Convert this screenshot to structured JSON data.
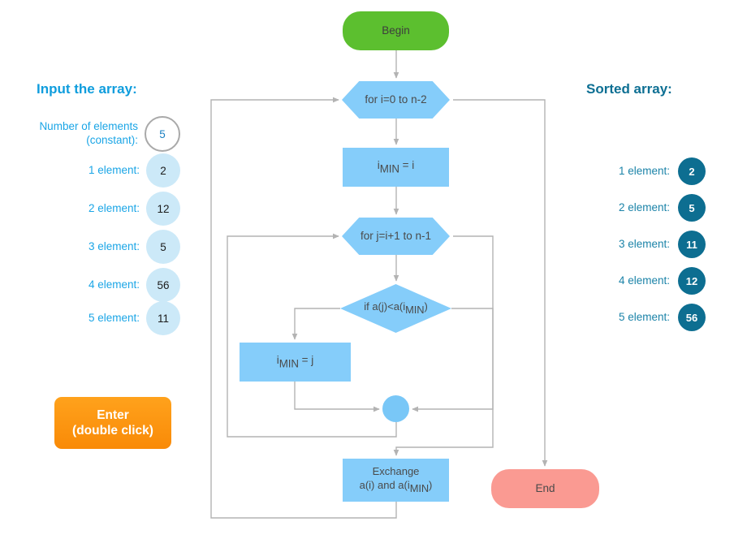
{
  "input_panel": {
    "title": "Input the array:",
    "count_label_line1": "Number of elements",
    "count_label_line2": "(constant):",
    "count_value": "5",
    "elements": [
      {
        "label": "1 element:",
        "value": "2"
      },
      {
        "label": "2 element:",
        "value": "12"
      },
      {
        "label": "3 element:",
        "value": "5"
      },
      {
        "label": "4 element:",
        "value": "56"
      },
      {
        "label": "5 element:",
        "value": "11"
      }
    ],
    "enter_button_line1": "Enter",
    "enter_button_line2": "(double click)"
  },
  "sorted_panel": {
    "title": "Sorted array:",
    "elements": [
      {
        "label": "1 element:",
        "value": "2"
      },
      {
        "label": "2 element:",
        "value": "5"
      },
      {
        "label": "3 element:",
        "value": "11"
      },
      {
        "label": "4 element:",
        "value": "12"
      },
      {
        "label": "5 element:",
        "value": "56"
      }
    ]
  },
  "flowchart": {
    "begin": "Begin",
    "for_i": "for i=0 to n-2",
    "imin_i_base": "i",
    "imin_i_sub": "MIN",
    "imin_i_tail": " = i",
    "for_j": "for j=i+1 to n-1",
    "if_base": "if a(j)<a(i",
    "if_sub": "MIN",
    "if_tail": ")",
    "imin_j_base": "i",
    "imin_j_sub": "MIN",
    "imin_j_tail": " = j",
    "exchange_line1": "Exchange",
    "exchange_line2_base": "a(i) and a(i",
    "exchange_line2_sub": "MIN",
    "exchange_line2_tail": ")",
    "end": "End"
  },
  "colors": {
    "begin_green": "#5cbf2f",
    "end_pink": "#fa9a92",
    "node_blue": "#85cdfa",
    "bubble_light": "#cce9f8",
    "bubble_dark": "#0d6e91",
    "accent_blue": "#0f9ddd",
    "accent_teal": "#0d6f93",
    "button_orange": "#f98a07",
    "connector_gray": "#b3b3b3"
  }
}
